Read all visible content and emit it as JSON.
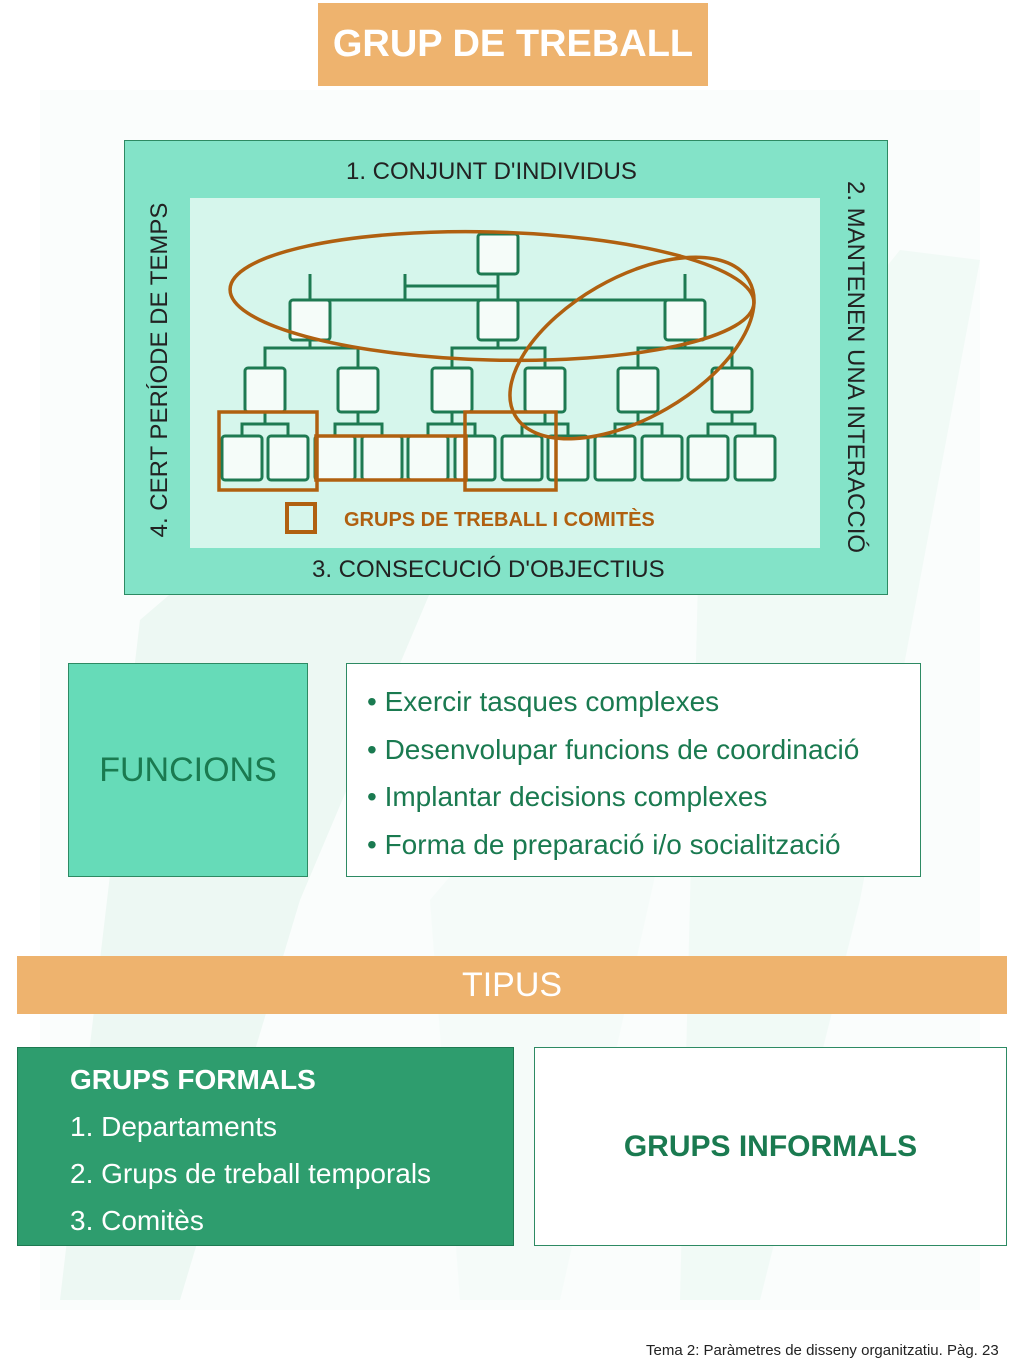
{
  "title": "GRUP DE TREBALL",
  "diagram": {
    "label_top": "1. CONJUNT D'INDIVIDUS",
    "label_right": "2. MANTENEN UNA INTERACCIÓ",
    "label_bottom": "3. CONSECUCIÓ D'OBJECTIUS",
    "label_left": "4. CERT PERÍODE DE TEMPS",
    "legend": "GRUPS DE TREBALL I COMITÈS"
  },
  "funcions": {
    "heading": "FUNCIONS",
    "items": [
      "• Exercir tasques complexes",
      "• Desenvolupar funcions de coordinació",
      "• Implantar decisions complexes",
      "• Forma de preparació i/o socialització"
    ]
  },
  "tipus": {
    "heading": "TIPUS",
    "formals": {
      "heading": "GRUPS FORMALS",
      "items": [
        "1. Departaments",
        "2. Grups de treball temporals",
        "3. Comitès"
      ]
    },
    "informals": {
      "heading": "GRUPS INFORMALS"
    }
  },
  "footer": "Tema 2: Paràmetres de disseny organitzatiu. Pàg. 23",
  "colors": {
    "orange": "#eeb36e",
    "green_dark": "#2e9d6e",
    "green_light": "#83e3c8",
    "accent_brown": "#b06010"
  }
}
